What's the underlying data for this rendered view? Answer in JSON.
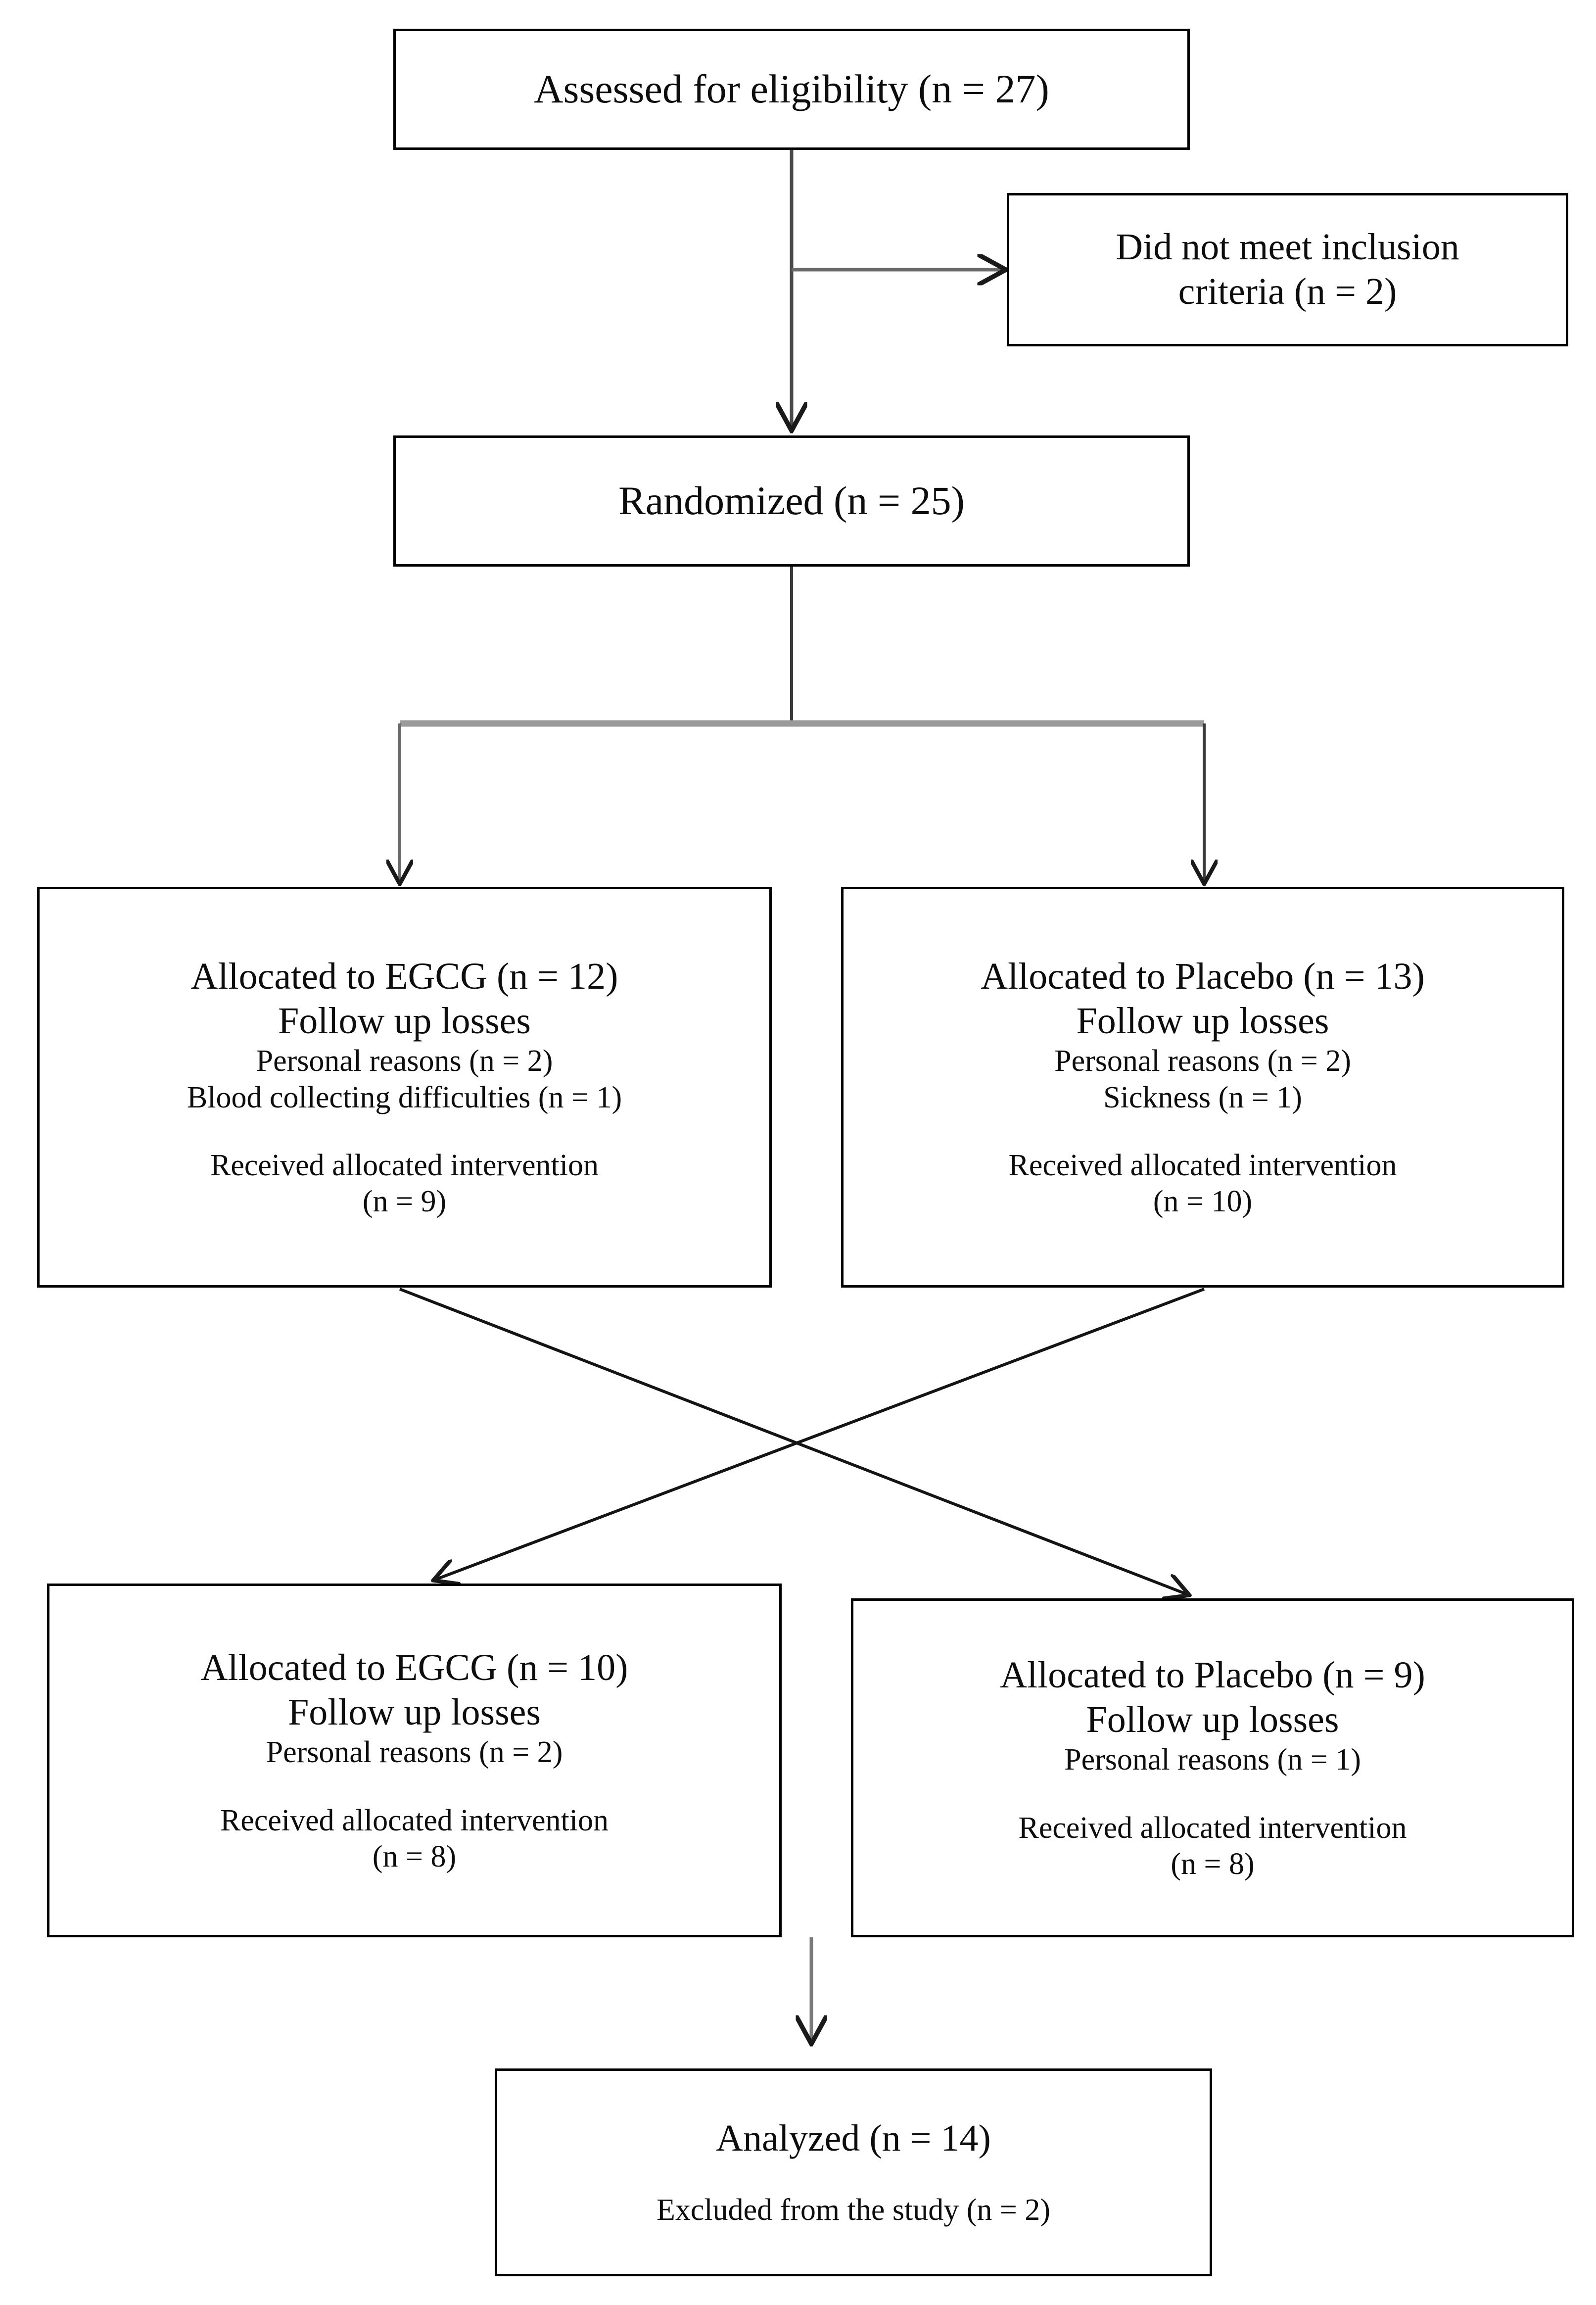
{
  "diagram": {
    "title": "CONSORT participant flow diagram",
    "type": "flowchart",
    "line_color": "#000000",
    "box_border_color": "#000000",
    "background_color": "#ffffff"
  },
  "nodes": {
    "assessed": {
      "lines": [
        "Assessed for eligibility (n = 27)"
      ]
    },
    "excluded_inclusion": {
      "lines": [
        "Did not meet inclusion",
        "criteria (n = 2)"
      ]
    },
    "randomized": {
      "lines": [
        "Randomized (n = 25)"
      ]
    },
    "alloc_egcg_1": {
      "heading": "Allocated to EGCG (n = 12)",
      "subheading": "Follow up losses",
      "reasons": [
        "Personal reasons (n = 2)",
        "Blood collecting difficulties (n = 1)"
      ],
      "received_label": "Received allocated intervention",
      "received_count": "(n = 9)"
    },
    "alloc_placebo_1": {
      "heading": "Allocated to Placebo (n = 13)",
      "subheading": "Follow up losses",
      "reasons": [
        "Personal reasons (n = 2)",
        "Sickness (n = 1)"
      ],
      "received_label": "Received allocated intervention",
      "received_count": "(n = 10)"
    },
    "alloc_egcg_2": {
      "heading": "Allocated to EGCG (n = 10)",
      "subheading": "Follow up losses",
      "reasons": [
        "Personal reasons (n = 2)"
      ],
      "received_label": "Received allocated intervention",
      "received_count": "(n = 8)"
    },
    "alloc_placebo_2": {
      "heading": "Allocated to Placebo (n = 9)",
      "subheading": "Follow up losses",
      "reasons": [
        "Personal reasons (n = 1)"
      ],
      "received_label": "Received allocated intervention",
      "received_count": "(n = 8)"
    },
    "analyzed": {
      "heading": "Analyzed (n = 14)",
      "note": "Excluded from the study (n = 2)"
    }
  }
}
